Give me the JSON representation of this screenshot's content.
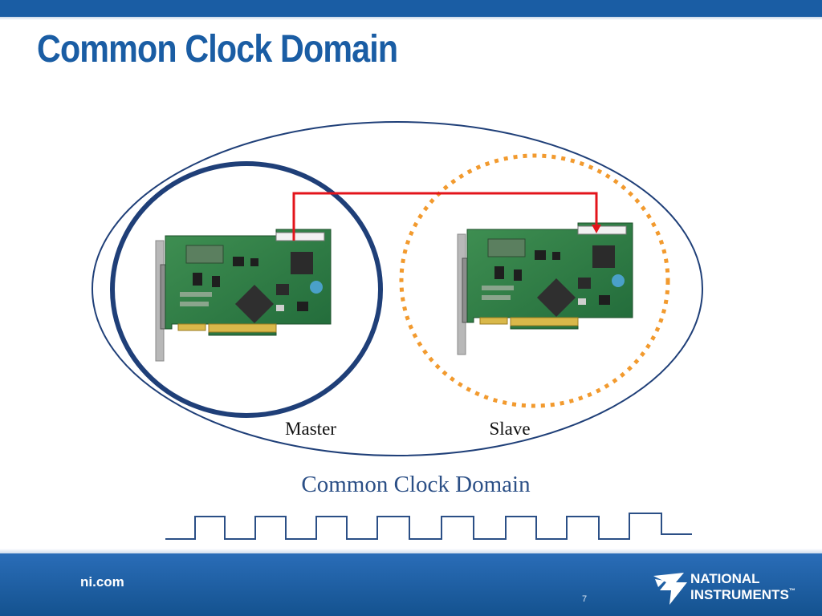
{
  "slide": {
    "title": "Common Clock Domain",
    "page_number": "7"
  },
  "diagram": {
    "master_label": "Master",
    "slave_label": "Slave",
    "domain_label": "Common Clock Domain"
  },
  "footer": {
    "url": "ni.com",
    "logo_line1": "NATIONAL",
    "logo_line2": "INSTRUMENTS",
    "logo_tm": "™"
  },
  "colors": {
    "brand_blue": "#1a5da4",
    "outer_ellipse": "#1f3f78",
    "master_circle": "#1f3f78",
    "slave_circle": "#f29a2e",
    "signal_line": "#e3141b",
    "clock_wave": "#2b4f86"
  }
}
